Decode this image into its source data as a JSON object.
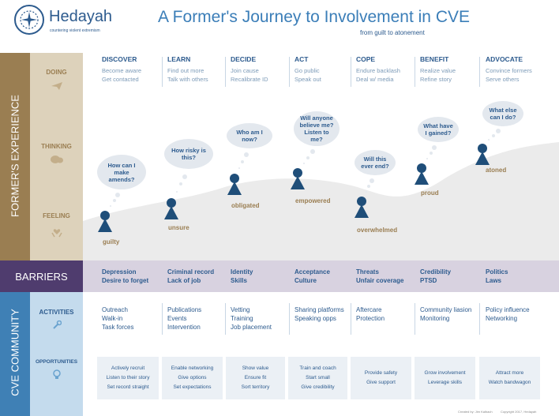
{
  "header": {
    "logo_name": "Hedayah",
    "logo_tagline": "countering violent extremism",
    "title": "A Former's Journey to Involvement in CVE",
    "subtitle": "from guilt to atonement"
  },
  "sections": {
    "formers_experience": "FORMER'S EXPERIENCE",
    "barriers": "BARRIERS",
    "cve_community": "CVE COMMUNITY"
  },
  "rows": {
    "doing": "DOING",
    "thinking": "THINKING",
    "feeling": "FEELING",
    "activities": "ACTIVITIES",
    "opportunities": "OPPORTUNITIES"
  },
  "stages": [
    {
      "title": "DISCOVER",
      "doing": [
        "Become aware",
        "Get contacted"
      ],
      "thought": "How can I make amends?",
      "feeling": "guilty",
      "barriers": [
        "Depression",
        "Desire to forget"
      ],
      "activities": [
        "Outreach",
        "Walk-in",
        "Task forces"
      ],
      "opportunities": [
        "Actively recruit",
        "Listen to their story",
        "Set record straight"
      ]
    },
    {
      "title": "LEARN",
      "doing": [
        "Find out more",
        "Talk with others"
      ],
      "thought": "How risky is this?",
      "feeling": "unsure",
      "barriers": [
        "Criminal record",
        "Lack of job"
      ],
      "activities": [
        "Publications",
        "Events",
        "Intervention"
      ],
      "opportunities": [
        "Enable networking",
        "Give options",
        "Set expectations"
      ]
    },
    {
      "title": "DECIDE",
      "doing": [
        "Join cause",
        "Recalibrate ID"
      ],
      "thought": "Who am I now?",
      "feeling": "obligated",
      "barriers": [
        "Identity",
        "Skills"
      ],
      "activities": [
        "Vetting",
        "Training",
        "Job placement"
      ],
      "opportunities": [
        "Show value",
        "Ensure fit",
        "Sort territory"
      ]
    },
    {
      "title": "ACT",
      "doing": [
        "Go public",
        "Speak out"
      ],
      "thought": "Will anyone believe me? Listen to me?",
      "feeling": "empowered",
      "barriers": [
        "Acceptance",
        "Culture"
      ],
      "activities": [
        "Sharing platforms",
        "Speaking opps"
      ],
      "opportunities": [
        "Train and coach",
        "Start small",
        "Give credibility"
      ]
    },
    {
      "title": "COPE",
      "doing": [
        "Endure backlash",
        "Deal w/ media"
      ],
      "thought": "Will this ever end?",
      "feeling": "overwhelmed",
      "barriers": [
        "Threats",
        "Unfair coverage"
      ],
      "activities": [
        "Aftercare",
        "Protection"
      ],
      "opportunities": [
        "Provide safety",
        "Give support"
      ]
    },
    {
      "title": "BENEFIT",
      "doing": [
        "Realize value",
        "Refine story"
      ],
      "thought": "What have I gained?",
      "feeling": "proud",
      "barriers": [
        "Credibility",
        "PTSD"
      ],
      "activities": [
        "Community liasion",
        "Monitoring"
      ],
      "opportunities": [
        "Grow involvement",
        "Leverage skills"
      ]
    },
    {
      "title": "ADVOCATE",
      "doing": [
        "Convince formers",
        "Serve others"
      ],
      "thought": "What else can I do?",
      "feeling": "atoned",
      "barriers": [
        "Politics",
        "Laws"
      ],
      "activities": [
        "Policy influence",
        "Networking"
      ],
      "opportunities": [
        "Attract more",
        "Watch bandwagon"
      ]
    }
  ],
  "footer": {
    "credit": "Created by: Jim Kalbach",
    "copyright": "Copyright 2017, Hedayah"
  },
  "icons": {
    "doing": "paper-plane-icon",
    "thinking": "thought-cloud-icon",
    "feeling": "hands-heart-icon",
    "activities": "wrench-icon",
    "opportunities": "lightbulb-icon",
    "person": "person-pin-icon",
    "logo": "compass-logo-icon"
  },
  "colors": {
    "brown": "#9a7e52",
    "tan": "#ddd2bb",
    "purple": "#4f3c6e",
    "lavender": "#d8d2e0",
    "blue": "#3f80b5",
    "navy": "#1f4e79",
    "light_blue": "#c4dbed"
  }
}
